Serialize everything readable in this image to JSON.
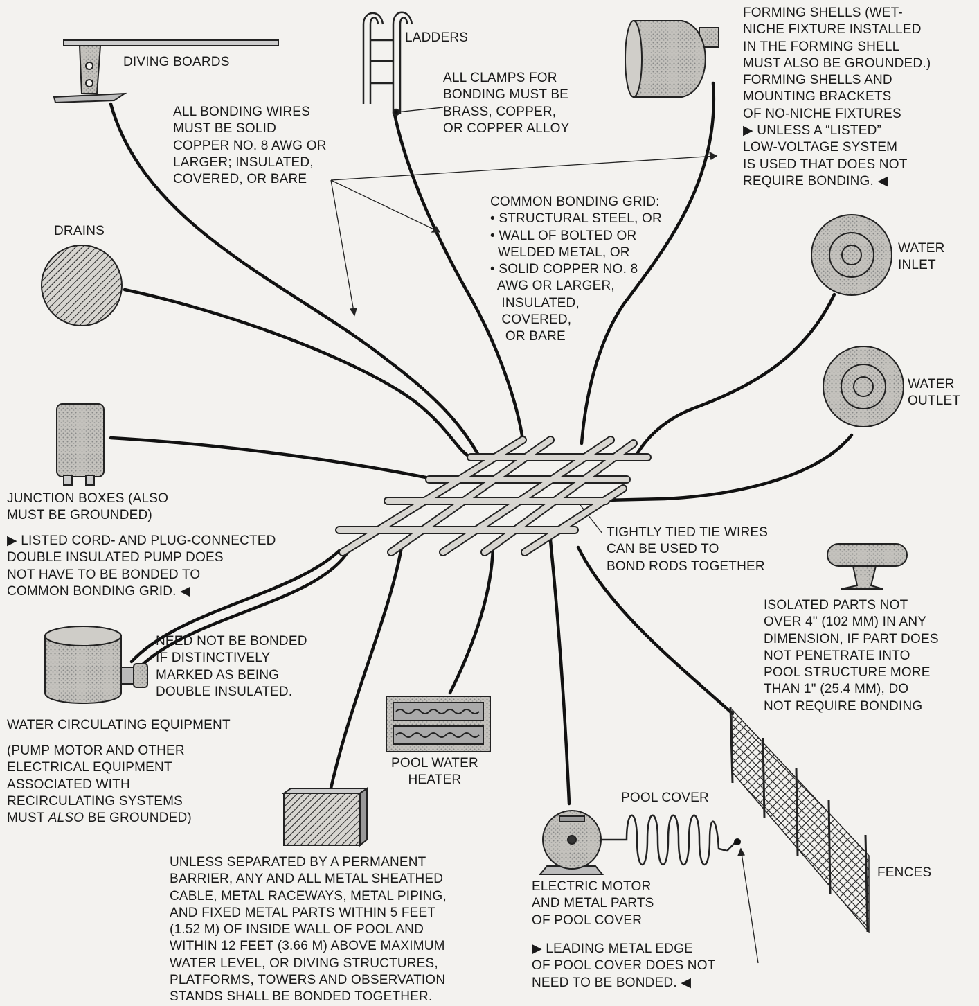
{
  "labels": {
    "diving_boards": "DIVING BOARDS",
    "ladders": "LADDERS",
    "forming_shells": "FORMING SHELLS (WET-\nNICHE FIXTURE INSTALLED\nIN THE FORMING SHELL\nMUST ALSO BE GROUNDED.)\nFORMING SHELLS AND\nMOUNTING BRACKETS\nOF NO-NICHE FIXTURES\n▶ UNLESS A “LISTED”\nLOW-VOLTAGE SYSTEM\nIS USED THAT DOES NOT\nREQUIRE BONDING. ◀",
    "clamps_note": "ALL CLAMPS FOR\nBONDING MUST BE\nBRASS, COPPER,\nOR COPPER ALLOY",
    "bonding_wires": "ALL BONDING WIRES\nMUST BE SOLID\nCOPPER NO. 8 AWG OR\nLARGER; INSULATED,\nCOVERED, OR BARE",
    "common_grid": "COMMON BONDING GRID:\n• STRUCTURAL STEEL, OR\n• WALL OF BOLTED OR\n  WELDED METAL, OR\n• SOLID COPPER NO. 8\n  AWG OR LARGER,\n   INSULATED,\n   COVERED,\n    OR BARE",
    "drains": "DRAINS",
    "water_inlet": "WATER\nINLET",
    "water_outlet": "WATER\nOUTLET",
    "junction_boxes": "JUNCTION BOXES (ALSO\nMUST BE GROUNDED)",
    "listed_pump": "▶ LISTED CORD- AND PLUG-CONNECTED\nDOUBLE INSULATED PUMP DOES\nNOT HAVE TO BE BONDED TO\nCOMMON BONDING GRID. ◀",
    "tie_wires": "TIGHTLY TIED TIE WIRES\nCAN BE USED TO\nBOND RODS TOGETHER",
    "isolated_parts": "ISOLATED PARTS NOT\nOVER 4\" (102 mm) IN ANY\nDIMENSION, IF PART DOES\nNOT PENETRATE INTO\nPOOL STRUCTURE MORE\nTHAN 1\" (25.4 mm), DO\nNOT REQUIRE BONDING",
    "need_not_bonded": "NEED NOT BE BONDED\nIF DISTINCTIVELY\nMARKED AS BEING\nDOUBLE INSULATED.",
    "water_circulating": "WATER CIRCULATING EQUIPMENT",
    "pump_motor_a": "(PUMP MOTOR AND OTHER\nELECTRICAL EQUIPMENT\nASSOCIATED WITH\nRECIRCULATING SYSTEMS\nMUST ",
    "pump_motor_also": "ALSO",
    "pump_motor_b": " BE GROUNDED)",
    "pool_heater": "POOL WATER\nHEATER",
    "pool_cover": "POOL COVER",
    "fences": "FENCES",
    "unless_separated": "UNLESS SEPARATED BY A PERMANENT\nBARRIER, ANY AND ALL METAL SHEATHED\nCABLE, METAL RACEWAYS, METAL PIPING,\nAND FIXED METAL PARTS WITHIN 5 FEET\n(1.52 m) OF INSIDE WALL OF POOL AND\nWITHIN 12 FEET (3.66 m) ABOVE MAXIMUM\nWATER LEVEL, OR DIVING STRUCTURES,\nPLATFORMS, TOWERS AND OBSERVATION\nSTANDS SHALL BE BONDED TOGETHER.",
    "electric_motor": "ELECTRIC MOTOR\nAND METAL PARTS\nOF POOL COVER",
    "leading_edge": "▶ LEADING METAL EDGE\nOF POOL COVER DOES NOT\nNEED TO BE BONDED. ◀"
  },
  "colors": {
    "ink": "#1a1a1a",
    "paper": "#f3f2ef",
    "stipple": "#b9b7b2",
    "rod": "#d8d6d1"
  }
}
